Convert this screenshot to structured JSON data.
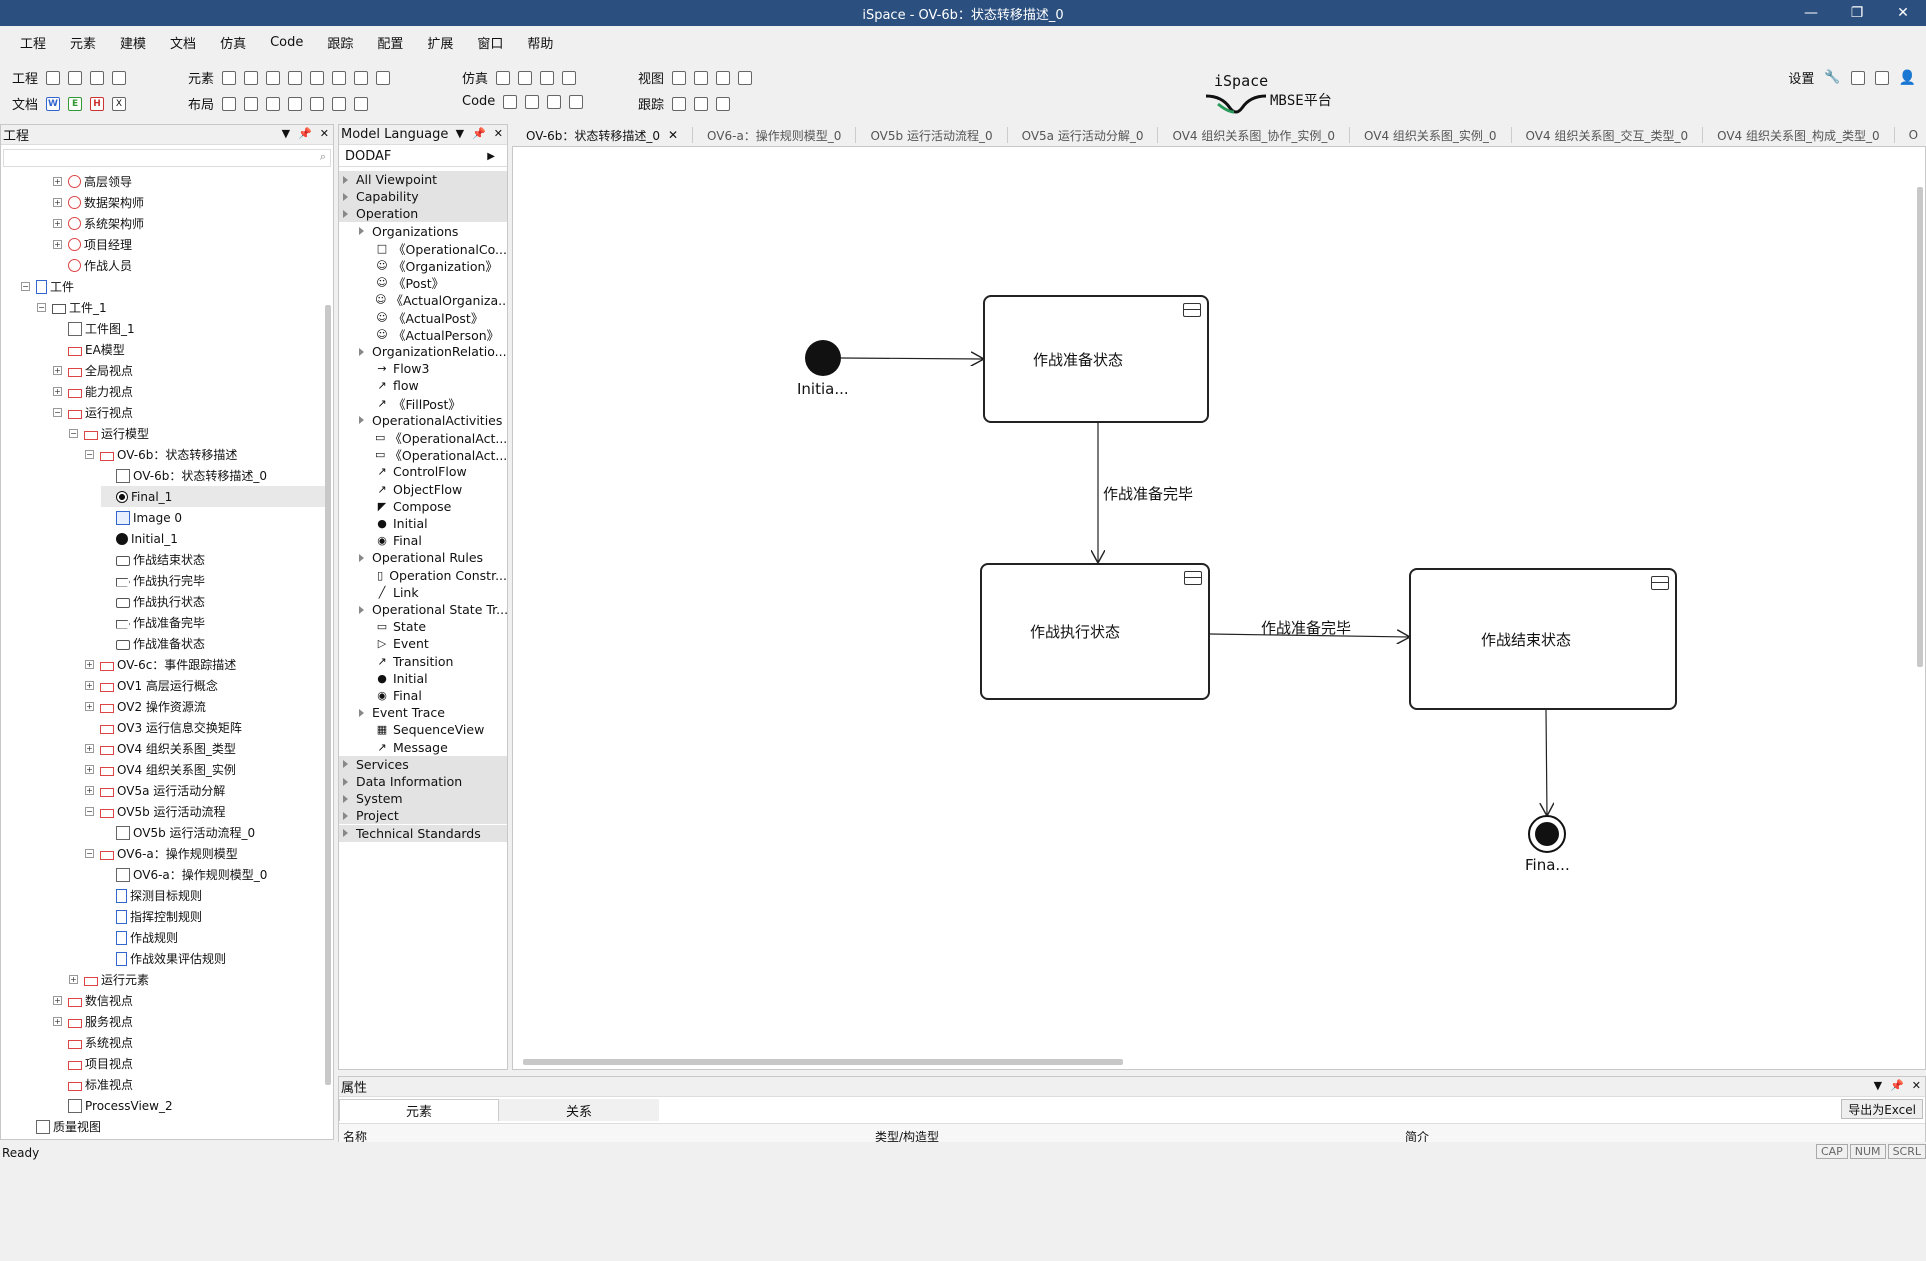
{
  "title": "iSpace - OV-6b：状态转移描述_0",
  "window_buttons": [
    "—",
    "❐",
    "✕"
  ],
  "menu": [
    "工程",
    "元素",
    "建模",
    "文档",
    "仿真",
    "Code",
    "跟踪",
    "配置",
    "扩展",
    "窗口",
    "帮助"
  ],
  "toolbar": {
    "project": "工程",
    "document": "文档",
    "element": "元素",
    "layout": "布局",
    "simulate": "仿真",
    "code": "Code",
    "view": "视图",
    "trace": "跟踪",
    "settings": "设置",
    "doc_icons": [
      "W",
      "E",
      "H",
      "X"
    ]
  },
  "logo": {
    "name": "iSpace",
    "sub": "MBSE平台"
  },
  "project_panel": {
    "title": "工程"
  },
  "tree": [
    {
      "label": "高层领导",
      "indent": 3,
      "exp": "+",
      "icon": "actor"
    },
    {
      "label": "数据架构师",
      "indent": 3,
      "exp": "+",
      "icon": "actor"
    },
    {
      "label": "系统架构师",
      "indent": 3,
      "exp": "+",
      "icon": "actor"
    },
    {
      "label": "项目经理",
      "indent": 3,
      "exp": "+",
      "icon": "actor"
    },
    {
      "label": "作战人员",
      "indent": 3,
      "exp": "",
      "icon": "actor"
    },
    {
      "label": "工件",
      "indent": 1,
      "exp": "−",
      "icon": "doc"
    },
    {
      "label": "工件_1",
      "indent": 2,
      "exp": "−",
      "icon": "fold"
    },
    {
      "label": "工件图_1",
      "indent": 3,
      "exp": "",
      "icon": "diag"
    },
    {
      "label": "EA模型",
      "indent": 3,
      "exp": "",
      "icon": "pkg"
    },
    {
      "label": "全局视点",
      "indent": 3,
      "exp": "+",
      "icon": "pkg"
    },
    {
      "label": "能力视点",
      "indent": 3,
      "exp": "+",
      "icon": "pkg"
    },
    {
      "label": "运行视点",
      "indent": 3,
      "exp": "−",
      "icon": "pkg"
    },
    {
      "label": "运行模型",
      "indent": 4,
      "exp": "−",
      "icon": "pkg"
    },
    {
      "label": "OV-6b：状态转移描述",
      "indent": 5,
      "exp": "−",
      "icon": "pkg"
    },
    {
      "label": "OV-6b：状态转移描述_0",
      "indent": 6,
      "exp": "",
      "icon": "diag"
    },
    {
      "label": "Final_1",
      "indent": 6,
      "exp": "",
      "icon": "fin",
      "sel": true
    },
    {
      "label": "Image 0",
      "indent": 6,
      "exp": "",
      "icon": "img"
    },
    {
      "label": "Initial_1",
      "indent": 6,
      "exp": "",
      "icon": "ini"
    },
    {
      "label": "作战结束状态",
      "indent": 6,
      "exp": "",
      "icon": "state"
    },
    {
      "label": "作战执行完毕",
      "indent": 6,
      "exp": "",
      "icon": "evt"
    },
    {
      "label": "作战执行状态",
      "indent": 6,
      "exp": "",
      "icon": "state"
    },
    {
      "label": "作战准备完毕",
      "indent": 6,
      "exp": "",
      "icon": "evt"
    },
    {
      "label": "作战准备状态",
      "indent": 6,
      "exp": "",
      "icon": "state"
    },
    {
      "label": "OV-6c：事件跟踪描述",
      "indent": 5,
      "exp": "+",
      "icon": "pkg"
    },
    {
      "label": "OV1 高层运行概念",
      "indent": 5,
      "exp": "+",
      "icon": "pkg"
    },
    {
      "label": "OV2 操作资源流",
      "indent": 5,
      "exp": "+",
      "icon": "pkg"
    },
    {
      "label": "OV3 运行信息交换矩阵",
      "indent": 5,
      "exp": "",
      "icon": "pkg"
    },
    {
      "label": "OV4 组织关系图_类型",
      "indent": 5,
      "exp": "+",
      "icon": "pkg"
    },
    {
      "label": "OV4 组织关系图_实例",
      "indent": 5,
      "exp": "+",
      "icon": "pkg"
    },
    {
      "label": "OV5a 运行活动分解",
      "indent": 5,
      "exp": "+",
      "icon": "pkg"
    },
    {
      "label": "OV5b 运行活动流程",
      "indent": 5,
      "exp": "−",
      "icon": "pkg"
    },
    {
      "label": "OV5b 运行活动流程_0",
      "indent": 6,
      "exp": "",
      "icon": "diag"
    },
    {
      "label": "OV6-a：操作规则模型",
      "indent": 5,
      "exp": "−",
      "icon": "pkg"
    },
    {
      "label": "OV6-a：操作规则模型_0",
      "indent": 6,
      "exp": "",
      "icon": "diag"
    },
    {
      "label": "探测目标规则",
      "indent": 6,
      "exp": "",
      "icon": "doc"
    },
    {
      "label": "指挥控制规则",
      "indent": 6,
      "exp": "",
      "icon": "doc"
    },
    {
      "label": "作战规则",
      "indent": 6,
      "exp": "",
      "icon": "doc"
    },
    {
      "label": "作战效果评估规则",
      "indent": 6,
      "exp": "",
      "icon": "doc"
    },
    {
      "label": "运行元素",
      "indent": 4,
      "exp": "+",
      "icon": "pkg"
    },
    {
      "label": "数信视点",
      "indent": 3,
      "exp": "+",
      "icon": "pkg"
    },
    {
      "label": "服务视点",
      "indent": 3,
      "exp": "+",
      "icon": "pkg"
    },
    {
      "label": "系统视点",
      "indent": 3,
      "exp": "",
      "icon": "pkg"
    },
    {
      "label": "项目视点",
      "indent": 3,
      "exp": "",
      "icon": "pkg"
    },
    {
      "label": "标准视点",
      "indent": 3,
      "exp": "",
      "icon": "pkg"
    },
    {
      "label": "ProcessView_2",
      "indent": 3,
      "exp": "",
      "icon": "diag"
    },
    {
      "label": "质量视图",
      "indent": 1,
      "exp": "",
      "icon": "diag"
    }
  ],
  "palette": {
    "title": "Model Language",
    "framework": "DODAF",
    "rows": [
      {
        "t": "cat",
        "label": "All Viewpoint",
        "icon": "tri"
      },
      {
        "t": "cat",
        "label": "Capability",
        "icon": "tri"
      },
      {
        "t": "cat",
        "label": "Operation",
        "icon": "tri"
      },
      {
        "t": "sub",
        "label": "Organizations",
        "icon": "tri"
      },
      {
        "t": "item",
        "label": "《OperationalCo...",
        "icon": "□"
      },
      {
        "t": "item",
        "label": "《Organization》",
        "icon": "☺"
      },
      {
        "t": "item",
        "label": "《Post》",
        "icon": "☺"
      },
      {
        "t": "item",
        "label": "《ActualOrganiza...",
        "icon": "☺"
      },
      {
        "t": "item",
        "label": "《ActualPost》",
        "icon": "☺"
      },
      {
        "t": "item",
        "label": "《ActualPerson》",
        "icon": "☺"
      },
      {
        "t": "sub",
        "label": "OrganizationRelatio...",
        "icon": "tri"
      },
      {
        "t": "item",
        "label": "Flow3",
        "icon": "→"
      },
      {
        "t": "item",
        "label": "flow",
        "icon": "↗"
      },
      {
        "t": "item",
        "label": "《FillPost》",
        "icon": "↗"
      },
      {
        "t": "sub",
        "label": "OperationalActivities",
        "icon": "tri"
      },
      {
        "t": "item",
        "label": "《OperationalAct...",
        "icon": "▭"
      },
      {
        "t": "item",
        "label": "《OperationalAct...",
        "icon": "▭"
      },
      {
        "t": "item",
        "label": "ControlFlow",
        "icon": "↗"
      },
      {
        "t": "item",
        "label": "ObjectFlow",
        "icon": "↗"
      },
      {
        "t": "item",
        "label": "Compose",
        "icon": "◤"
      },
      {
        "t": "item",
        "label": "Initial",
        "icon": "●"
      },
      {
        "t": "item",
        "label": "Final",
        "icon": "◉"
      },
      {
        "t": "sub",
        "label": "Operational Rules",
        "icon": "tri"
      },
      {
        "t": "item",
        "label": "Operation Constr...",
        "icon": "▯"
      },
      {
        "t": "item",
        "label": "Link",
        "icon": "╱"
      },
      {
        "t": "sub",
        "label": "Operational State Tr...",
        "icon": "tri"
      },
      {
        "t": "item",
        "label": "State",
        "icon": "▭"
      },
      {
        "t": "item",
        "label": "Event",
        "icon": "▷"
      },
      {
        "t": "item",
        "label": "Transition",
        "icon": "↗"
      },
      {
        "t": "item",
        "label": "Initial",
        "icon": "●"
      },
      {
        "t": "item",
        "label": "Final",
        "icon": "◉"
      },
      {
        "t": "sub",
        "label": "Event Trace",
        "icon": "tri"
      },
      {
        "t": "item",
        "label": "SequenceView",
        "icon": "▦"
      },
      {
        "t": "item",
        "label": "Message",
        "icon": "↗"
      },
      {
        "t": "cat",
        "label": "Services",
        "icon": "tri"
      },
      {
        "t": "cat",
        "label": "Data  Information",
        "icon": "tri"
      },
      {
        "t": "cat",
        "label": "System",
        "icon": "tri"
      },
      {
        "t": "cat",
        "label": "Project",
        "icon": "tri"
      },
      {
        "t": "cat",
        "label": "Technical Standards",
        "icon": "tri"
      }
    ]
  },
  "tabs": [
    "OV-6b：状态转移描述_0",
    "OV6-a：操作规则模型_0",
    "OV5b 运行活动流程_0",
    "OV5a 运行活动分解_0",
    "OV4 组织关系图_协作_实例_0",
    "OV4 组织关系图_实例_0",
    "OV4 组织关系图_交互_类型_0",
    "OV4 组织关系图_构成_类型_0",
    "O"
  ],
  "tab_close": "✕",
  "diagram": {
    "initial_label": "Initia...",
    "final_label": "Fina...",
    "state_prepare": "作战准备状态",
    "state_execute": "作战执行状态",
    "state_end": "作战结束状态",
    "transition_1": "作战准备完毕",
    "transition_2": "作战准备完毕"
  },
  "properties": {
    "title": "属性",
    "tab_element": "元素",
    "tab_relation": "关系",
    "export": "导出为Excel",
    "col_name": "名称",
    "col_type": "类型/构造型",
    "col_desc": "简介"
  },
  "status": {
    "text": "Ready",
    "keys": [
      "CAP",
      "NUM",
      "SCRL"
    ]
  }
}
